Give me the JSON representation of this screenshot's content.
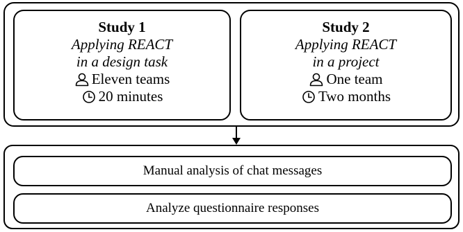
{
  "studies": [
    {
      "title": "Study 1",
      "subtitle_line1": "Applying REACT",
      "subtitle_line2": "in a design task",
      "participants": "Eleven teams",
      "duration": "20 minutes"
    },
    {
      "title": "Study 2",
      "subtitle_line1": "Applying REACT",
      "subtitle_line2": "in a project",
      "participants": "One team",
      "duration": "Two months"
    }
  ],
  "analysis": {
    "step1": "Manual analysis of chat messages",
    "step2": "Analyze questionnaire responses"
  },
  "icons": {
    "participants": "person-icon",
    "duration": "clock-icon"
  }
}
